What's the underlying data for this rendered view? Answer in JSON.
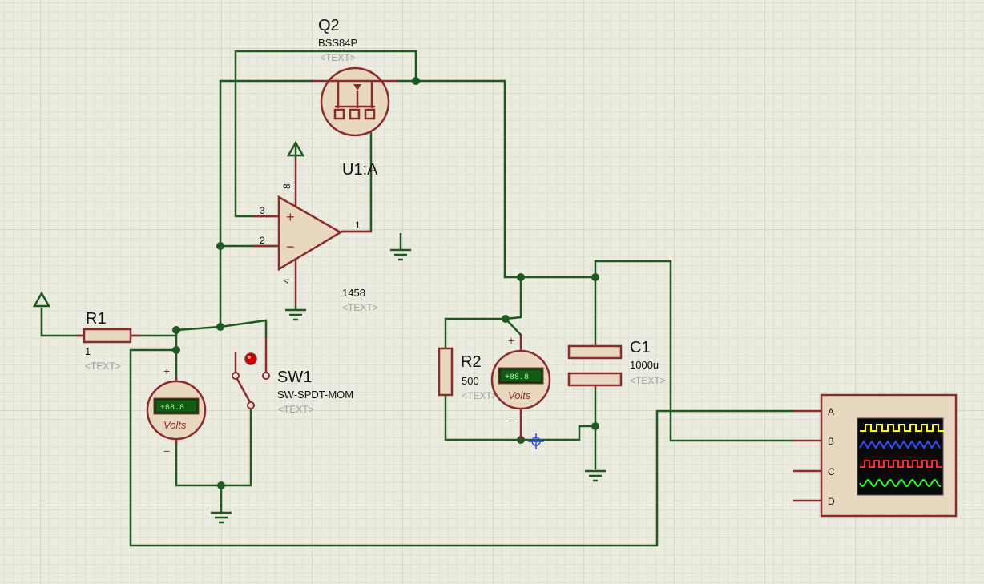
{
  "components": {
    "q2": {
      "ref": "Q2",
      "value": "BSS84P",
      "text": "<TEXT>"
    },
    "u1": {
      "ref": "U1:A",
      "value": "1458",
      "text": "<TEXT>",
      "pins": {
        "plus": "3",
        "minus": "2",
        "out": "1",
        "vplus": "8",
        "vminus": "4"
      }
    },
    "r1": {
      "ref": "R1",
      "value": "1",
      "text": "<TEXT>"
    },
    "r2": {
      "ref": "R2",
      "value": "500",
      "text": "<TEXT>"
    },
    "c1": {
      "ref": "C1",
      "value": "1000u",
      "text": "<TEXT>"
    },
    "sw1": {
      "ref": "SW1",
      "value": "SW-SPDT-MOM",
      "text": "<TEXT>"
    }
  },
  "voltmeter": {
    "display": "+88.8",
    "label": "Volts",
    "plus": "+",
    "minus": "−"
  },
  "oscilloscope": {
    "channels": [
      "A",
      "B",
      "C",
      "D"
    ],
    "trace_colors": [
      "#ffff00",
      "#2f4fff",
      "#ff2a2a",
      "#2aff2a"
    ]
  },
  "colors": {
    "wire": "#1e5a1e",
    "component": "#8b2b2b",
    "background": "#ebebe0",
    "grid": "#cfcfc0"
  }
}
